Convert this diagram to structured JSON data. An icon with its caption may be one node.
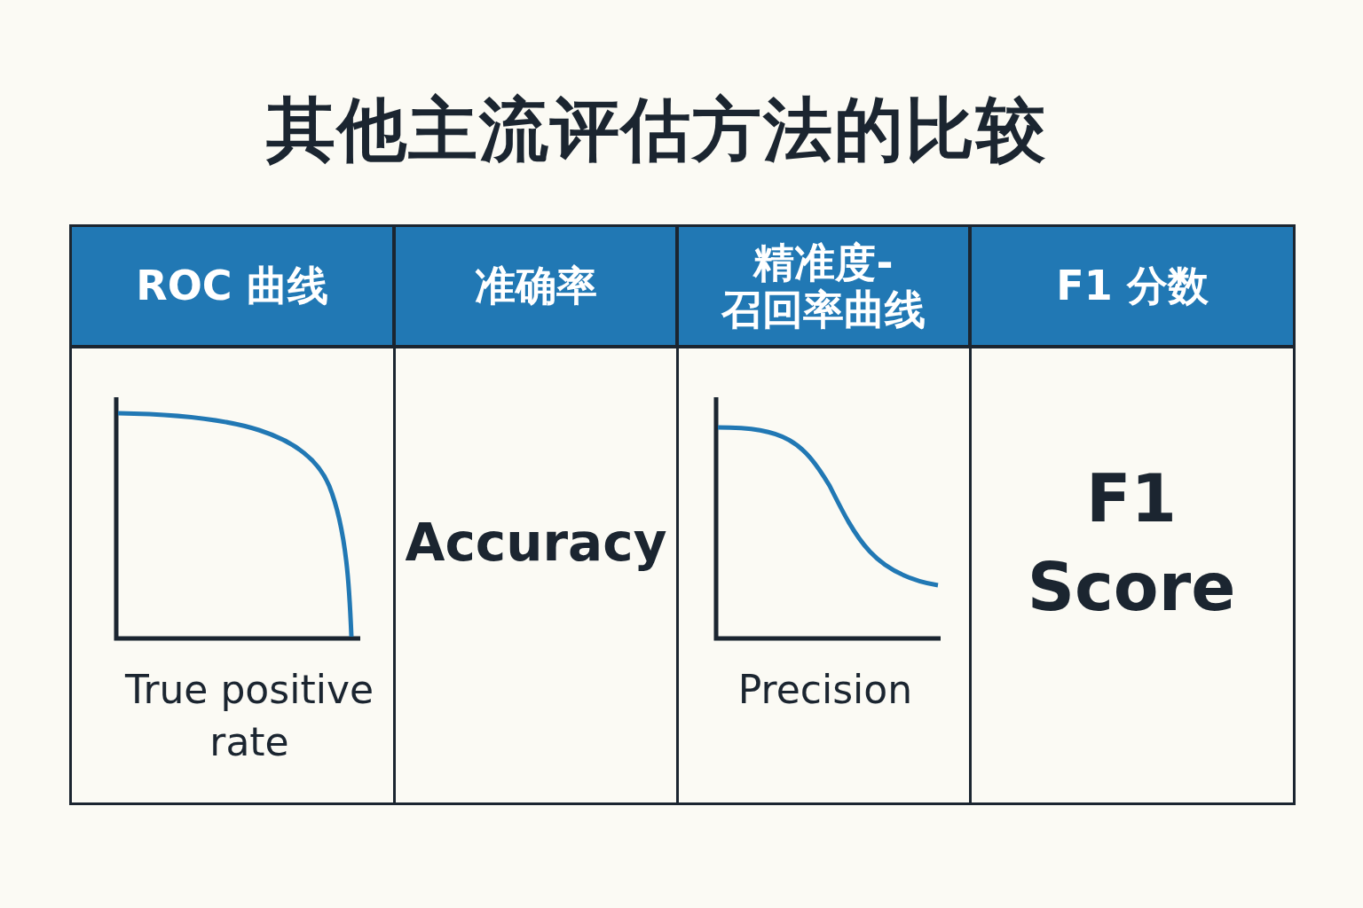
{
  "diagram": {
    "title": "其他主流评估方法的比较",
    "labels": [
      "ROC 曲线",
      "准确率",
      "精准度-召回率曲线",
      "F1 分数",
      "True positive rate",
      "Accuracy",
      "Precision",
      "F1 Score"
    ]
  }
}
